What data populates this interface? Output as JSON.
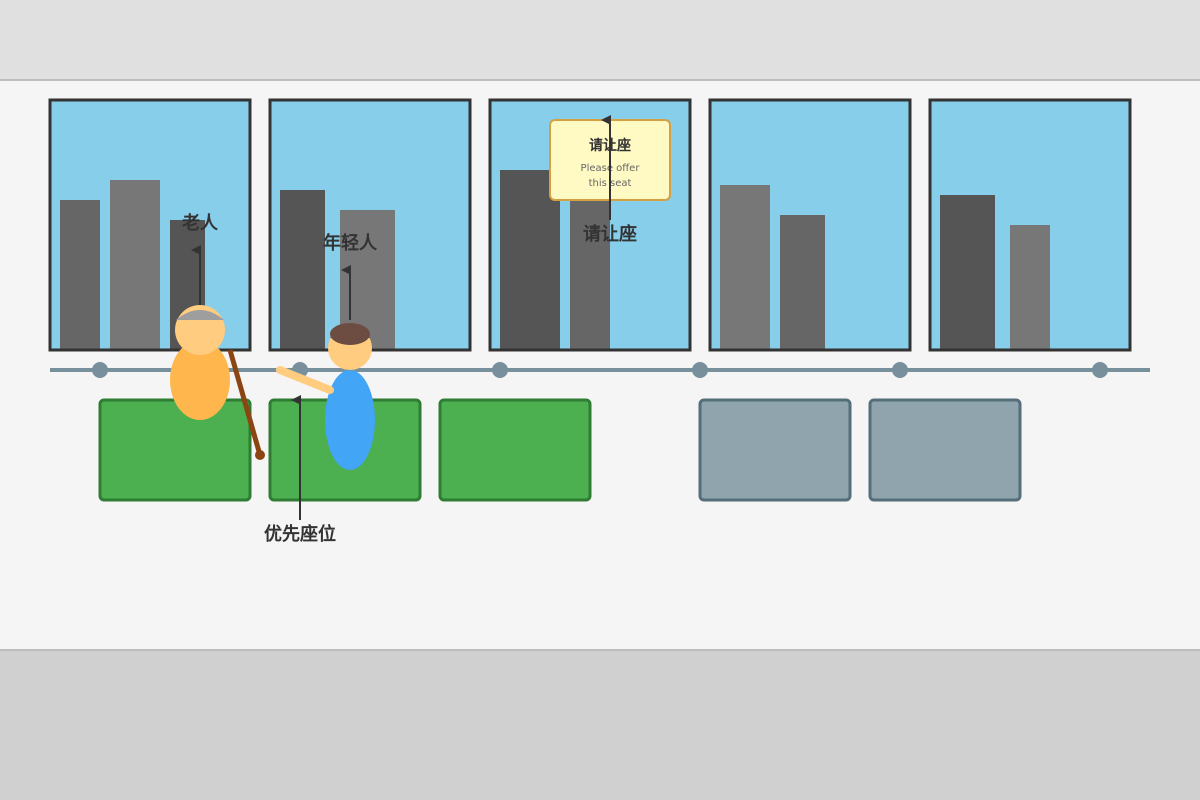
{
  "labels": {
    "elderly": "老人",
    "young_person": "年轻人",
    "offer_seat": "请让座",
    "priority_seat": "优先座位"
  },
  "sign": {
    "title": "请让座",
    "line1": "Please offer",
    "line2": "this seat"
  },
  "colors": {
    "ceiling": "#e0e0e0",
    "floor": "#d0d0d0",
    "wall": "#f5f5f5",
    "window_sky": "#87ceeb",
    "building_dark": "#555555",
    "building_light": "#777777",
    "rail": "#78909c",
    "priority_seat": "#4caf50",
    "regular_seat": "#90a4ae",
    "sign_bg": "#fff9c4",
    "sign_border": "#d4a040",
    "elderly_body": "#ffb74d",
    "young_body": "#42a5f5",
    "cane": "#8b4513"
  },
  "seats": [
    {
      "type": "priority"
    },
    {
      "type": "priority"
    },
    {
      "type": "priority"
    },
    {
      "type": "regular"
    },
    {
      "type": "regular"
    }
  ]
}
